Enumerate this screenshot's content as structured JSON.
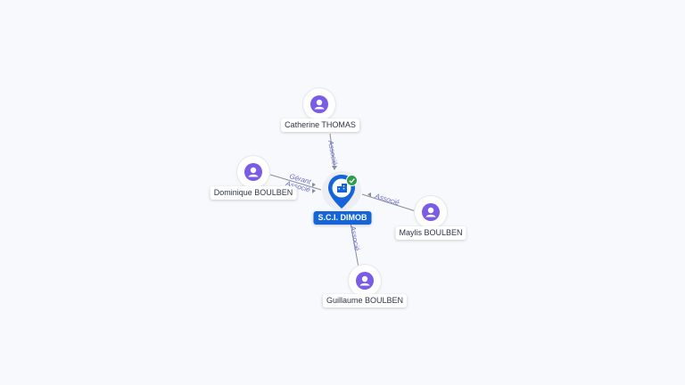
{
  "company": {
    "name": "S.C.I. DIMOB",
    "icon": "building-icon",
    "status_icon": "check-icon",
    "colors": {
      "pin": "#1565d8",
      "status": "#2e9d4a"
    }
  },
  "people": [
    {
      "name": "Catherine THOMAS",
      "icon": "person-icon"
    },
    {
      "name": "Dominique BOULBEN",
      "icon": "person-icon"
    },
    {
      "name": "Maylis BOULBEN",
      "icon": "person-icon"
    },
    {
      "name": "Guillaume BOULBEN",
      "icon": "person-icon"
    }
  ],
  "edges": [
    {
      "from": "Catherine THOMAS",
      "label": "Associé"
    },
    {
      "from": "Dominique BOULBEN",
      "label": "Gérant"
    },
    {
      "from": "Dominique BOULBEN",
      "label": "Associé"
    },
    {
      "from": "Maylis BOULBEN",
      "label": "Associé"
    },
    {
      "from": "Guillaume BOULBEN",
      "label": "Associé"
    }
  ],
  "colors": {
    "person": "#7b5ce6",
    "edge": "#7d8190",
    "edge_label": "#6a6fc7",
    "background": "#f8f9fc"
  }
}
